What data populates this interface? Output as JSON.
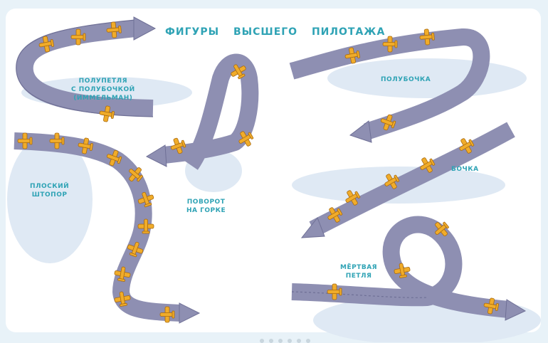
{
  "title": "ФИГУРЫ ВЫСШЕГО ПИЛОТАЖА",
  "figures": [
    {
      "label": [
        "ПОЛУПЕТЛЯ",
        "С ПОЛУБОЧКОЙ",
        "(ИММЕЛЬМАН)"
      ]
    },
    {
      "label": [
        "ПОЛУБОЧКА"
      ]
    },
    {
      "label": [
        "ПЛОСКИЙ",
        "ШТОПОР"
      ]
    },
    {
      "label": [
        "ПОВОРОТ",
        "НА ГОРКЕ"
      ]
    },
    {
      "label": [
        "БОЧКА"
      ]
    },
    {
      "label": [
        "МЁРТВАЯ",
        "ПЕТЛЯ"
      ]
    }
  ],
  "colors": {
    "ribbon": "#8e8fb2",
    "plane": "#f0ac2a",
    "label": "#2fa3b5",
    "shadow": "#dfe9f4"
  }
}
